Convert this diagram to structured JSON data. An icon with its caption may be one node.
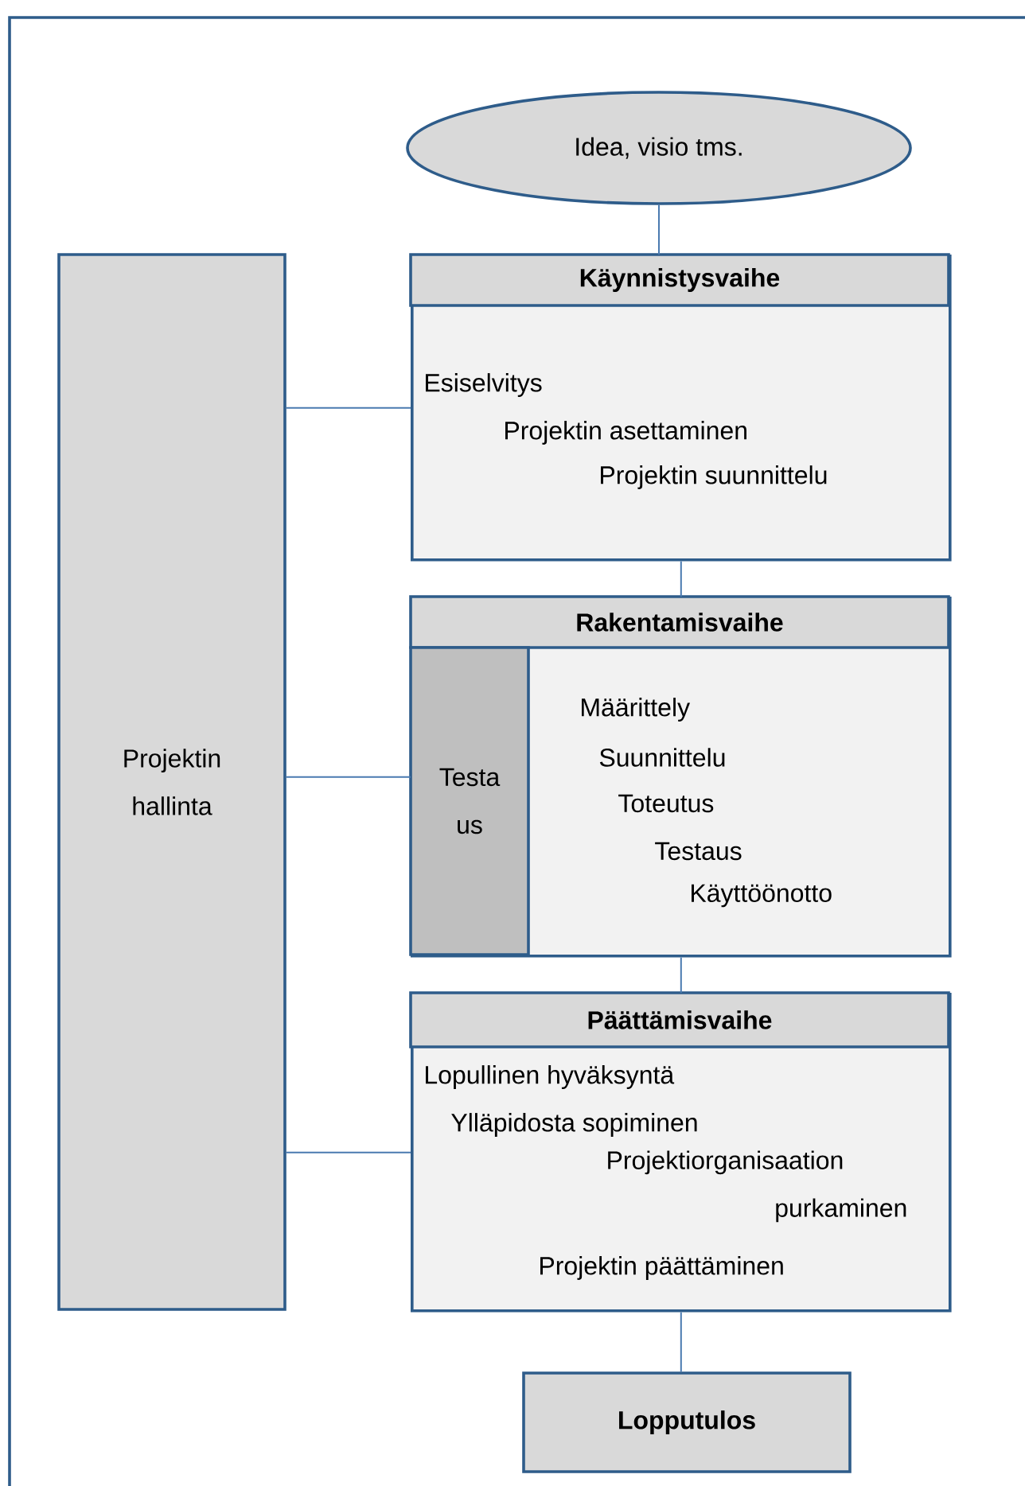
{
  "diagram": {
    "nodes": [
      {
        "text": [
          "Idea, visio tms."
        ]
      },
      {
        "text": [
          "Projektin hallinta"
        ]
      },
      {
        "text": [
          "Käynnistysvaihe",
          "Esiselvitys",
          "Projektin asettaminen",
          "Projektin suunnittelu"
        ]
      },
      {
        "text": [
          "Rakentamisvaihe",
          "Määrittely",
          "Suunnittelu",
          "Toteutus",
          "Testaus",
          "Käyttöönotto"
        ]
      },
      {
        "text": [
          "Testa us"
        ],
        "in": 3
      },
      {
        "text": [
          "Päättämisvaihe",
          "Lopullinen hyväksyntä",
          "Ylläpidosta sopiminen",
          "Projektiorganisaation purkaminen",
          "Projektin päättäminen"
        ]
      },
      {
        "text": [
          "Lopputulos"
        ]
      }
    ],
    "edges": [
      {
        "from": 0,
        "to": 2,
        "arrow": "none"
      },
      {
        "from": 2,
        "to": 3,
        "arrow": "none"
      },
      {
        "from": 3,
        "to": 5,
        "arrow": "none"
      },
      {
        "from": 5,
        "to": 6,
        "arrow": "none"
      },
      {
        "from": 1,
        "to": 2,
        "arrow": "none"
      },
      {
        "from": 1,
        "to": 3,
        "arrow": "none"
      },
      {
        "from": 1,
        "to": 5,
        "arrow": "none"
      }
    ]
  }
}
